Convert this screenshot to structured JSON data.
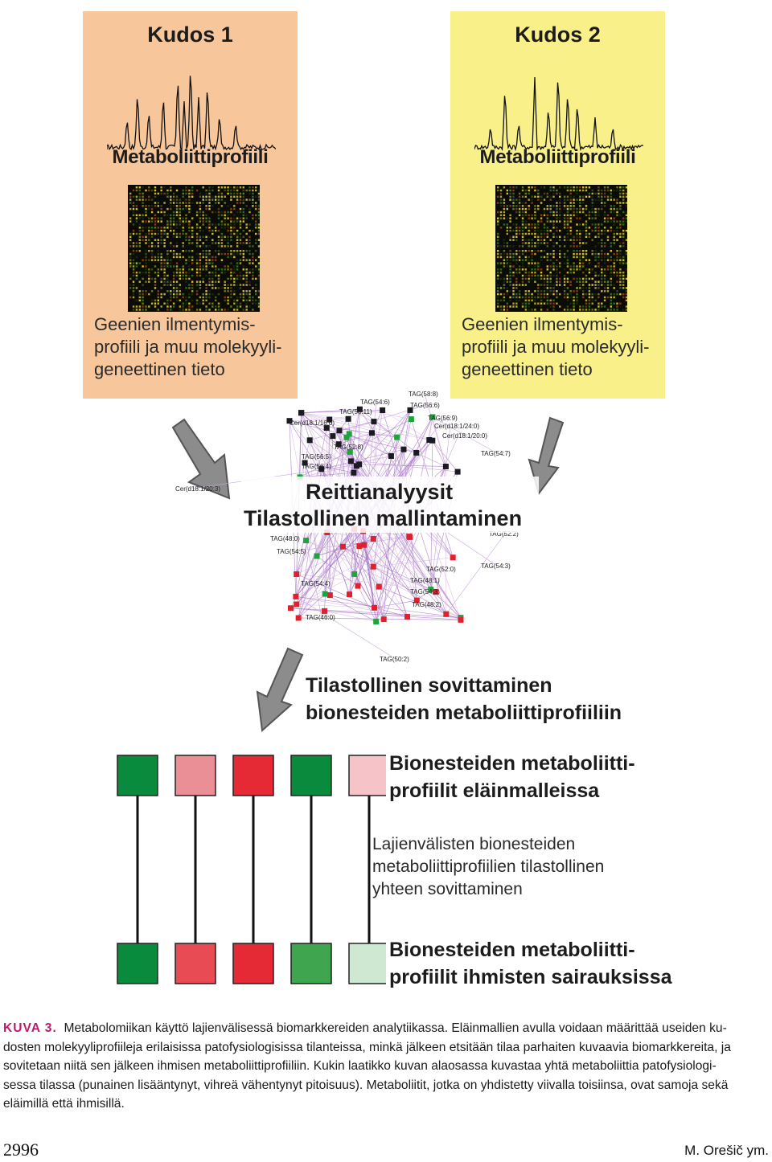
{
  "panels": [
    {
      "title": "Kudos 1",
      "profile_label": "Metaboliittiprofiili",
      "gene_label": [
        "Geenien ilmentymis-",
        "profiili ja muu molekyyli-",
        "geneettinen tieto"
      ],
      "color": "#f7c69a"
    },
    {
      "title": "Kudos 2",
      "profile_label": "Metaboliittiprofiili",
      "gene_label": [
        "Geenien ilmentymis-",
        "profiili ja muu molekyyli-",
        "geneettinen tieto"
      ],
      "color": "#f9f089"
    }
  ],
  "network": {
    "title_line1": "Reittianalyysit",
    "title_line2": "Tilastollinen mallintaminen",
    "node_labels": [
      "TAG(58:8)",
      "TAG(54:6)",
      "TAG(56:6)",
      "TAG(58:11)",
      "TAG(56:9)",
      "Cer(d18:1/16:0)",
      "Cer(d18:1/24:0)",
      "Cer(d18:1/20:0)",
      "TAG(52:8)",
      "TAG(56:5)",
      "TAG(56:4)",
      "TAG(54:7)",
      "Cer(d18:1/20:3)",
      "TAG(52:2)",
      "TAG(48:0)",
      "TAG(54:5)",
      "TAG(52:0)",
      "TAG(54:3)",
      "TAG(48:1)",
      "TAG(54:4)",
      "TAG(54:3)",
      "TAG(48:2)",
      "TAG(46:0)",
      "TAG(50:2)"
    ]
  },
  "fit": {
    "line1": "Tilastollinen sovittaminen",
    "line2": "bionesteiden metaboliittiprofiiliin"
  },
  "biofluid": {
    "animal_label_line1": "Bionesteiden metaboliitti-",
    "animal_label_line2": "profiilit eläinmalleissa",
    "species_fit_line1": "Lajienvälisten bionesteiden",
    "species_fit_line2": "metaboliittiprofiilien tilastollinen",
    "species_fit_line3": "yhteen sovittaminen",
    "human_label_line1": "Bionesteiden metaboliitti-",
    "human_label_line2": "profiilit ihmisten sairauksissa",
    "top_row_colors": [
      "#0a8a3c",
      "#ea8f95",
      "#e52935",
      "#0a8a3c",
      "#f6c3c8"
    ],
    "bottom_row_colors": [
      "#0a8a3c",
      "#e84b54",
      "#e52935",
      "#3fa54f",
      "#cfe8d2"
    ]
  },
  "caption": {
    "label": "KUVA 3.",
    "lines": [
      "Metabolomiikan käyttö lajienvälisessä biomarkkereiden analytiikassa. Eläinmallien avulla voidaan määrittää useiden ku-",
      "dosten molekyyliprofiileja erilaisissa patofysiologisissa tilanteissa, minkä jälkeen etsitään tilaa parhaiten kuvaavia biomarkkereita, ja",
      "sovitetaan niitä sen jälkeen ihmisen metaboliittiprofiiliin. Kukin laatikko kuvan alaosassa kuvastaa yhtä metaboliittia patofysiologi-",
      "sessa tilassa (punainen lisääntynyt, vihreä vähentynyt pitoisuus). Metaboliitit, jotka on yhdistetty viivalla toisiinsa, ovat samoja sekä",
      "eläimillä että ihmisillä."
    ]
  },
  "footer": {
    "page_number": "2996",
    "author": "M. Orešič ym."
  }
}
